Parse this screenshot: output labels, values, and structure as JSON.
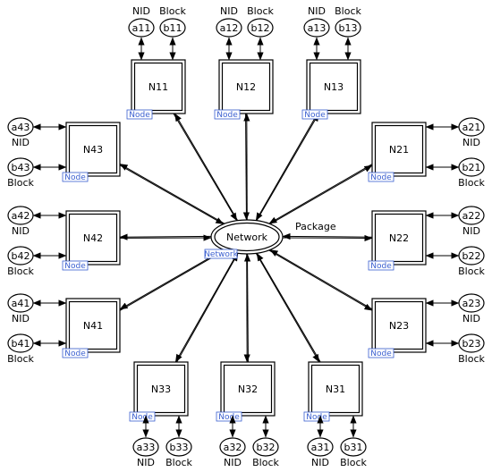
{
  "network": {
    "label": "Network",
    "tag": "Network"
  },
  "package_label": "Package",
  "node_tag": "Node",
  "nodes": [
    {
      "id": "N11",
      "port_a": "a11",
      "port_b": "b11",
      "label_a": "NID",
      "label_b": "Block"
    },
    {
      "id": "N12",
      "port_a": "a12",
      "port_b": "b12",
      "label_a": "NID",
      "label_b": "Block"
    },
    {
      "id": "N13",
      "port_a": "a13",
      "port_b": "b13",
      "label_a": "NID",
      "label_b": "Block"
    },
    {
      "id": "N21",
      "port_a": "a21",
      "port_b": "b21",
      "label_a": "NID",
      "label_b": "Block"
    },
    {
      "id": "N22",
      "port_a": "a22",
      "port_b": "b22",
      "label_a": "NID",
      "label_b": "Block"
    },
    {
      "id": "N23",
      "port_a": "a23",
      "port_b": "b23",
      "label_a": "NID",
      "label_b": "Block"
    },
    {
      "id": "N31",
      "port_a": "a31",
      "port_b": "b31",
      "label_a": "NID",
      "label_b": "Block"
    },
    {
      "id": "N32",
      "port_a": "a32",
      "port_b": "b32",
      "label_a": "NID",
      "label_b": "Block"
    },
    {
      "id": "N33",
      "port_a": "a33",
      "port_b": "b33",
      "label_a": "NID",
      "label_b": "Block"
    },
    {
      "id": "N41",
      "port_a": "a41",
      "port_b": "b41",
      "label_a": "NID",
      "label_b": "Block"
    },
    {
      "id": "N42",
      "port_a": "a42",
      "port_b": "b42",
      "label_a": "NID",
      "label_b": "Block"
    },
    {
      "id": "N43",
      "port_a": "a43",
      "port_b": "b43",
      "label_a": "NID",
      "label_b": "Block"
    }
  ]
}
